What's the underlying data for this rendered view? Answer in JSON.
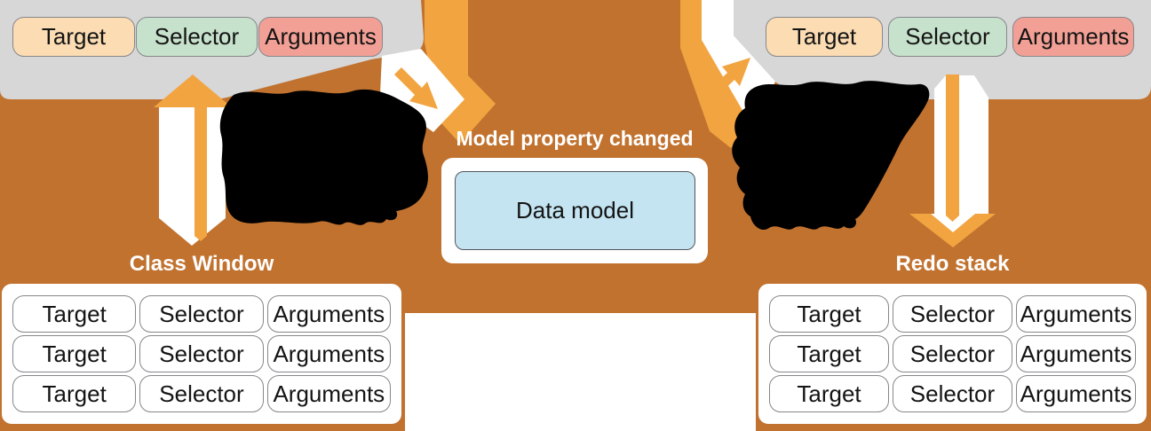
{
  "diagram": {
    "description": "Undo-redo architecture diagram with redacted annotations",
    "redactions": {
      "left": "redacted-annotation-scribble",
      "right": "redacted-annotation-scribble"
    }
  },
  "top_left_operation": {
    "pills": [
      "Target",
      "Selector",
      "Arguments"
    ]
  },
  "top_right_operation": {
    "pills": [
      "Target",
      "Selector",
      "Arguments"
    ]
  },
  "model": {
    "caption": "Model property changed",
    "label": "Data model"
  },
  "class_window_stack": {
    "title": "Class Window",
    "rows": [
      [
        "Target",
        "Selector",
        "Arguments"
      ],
      [
        "Target",
        "Selector",
        "Arguments"
      ],
      [
        "Target",
        "Selector",
        "Arguments"
      ]
    ]
  },
  "redo_stack": {
    "title": "Redo stack",
    "rows": [
      [
        "Target",
        "Selector",
        "Arguments"
      ],
      [
        "Target",
        "Selector",
        "Arguments"
      ],
      [
        "Target",
        "Selector",
        "Arguments"
      ]
    ]
  },
  "colors": {
    "background_brown": "#c1722f",
    "arrow_orange": "#f2a440",
    "panel_gray": "#d7d7d7",
    "target_pill": "#fbdcb3",
    "selector_pill": "#c7e2cc",
    "arguments_pill": "#f2a095",
    "data_model_blue": "#c4e4f1",
    "card_white": "#ffffff",
    "redaction_black": "#000000"
  }
}
